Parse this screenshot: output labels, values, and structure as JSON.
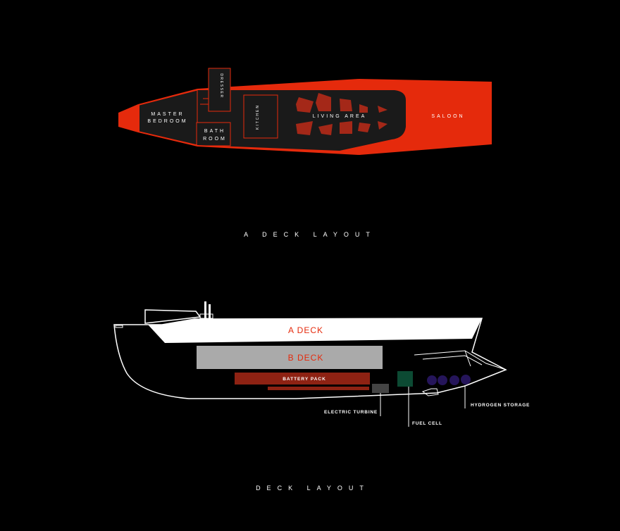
{
  "colors": {
    "background": "#000000",
    "hull_red": "#e52a0c",
    "dark_interior": "#1a1a1a",
    "seat_red": "#a42818",
    "white": "#ffffff",
    "b_deck_gray": "#aaaaaa",
    "battery_red": "#8e2213",
    "fuel_cell_green": "#0c4a33",
    "hydrogen_purple": "#25155a",
    "turbine_gray": "#444444"
  },
  "plan": {
    "rooms": {
      "master_bedroom_line1": "MASTER",
      "master_bedroom_line2": "BEDROOM",
      "dresser": "DRESSER",
      "bathroom_line1": "BATH",
      "bathroom_line2": "ROOM",
      "kitchen": "KITCHEN",
      "living_area": "LIVING AREA",
      "saloon": "SALOON"
    },
    "caption": "A DECK LAYOUT"
  },
  "section": {
    "a_deck": "A DECK",
    "b_deck": "B DECK",
    "battery_pack": "BATTERY PACK",
    "electric_turbine": "ELECTRIC TURBINE",
    "fuel_cell": "FUEL CELL",
    "hydrogen_storage": "HYDROGEN STORAGE",
    "caption": "DECK LAYOUT"
  }
}
